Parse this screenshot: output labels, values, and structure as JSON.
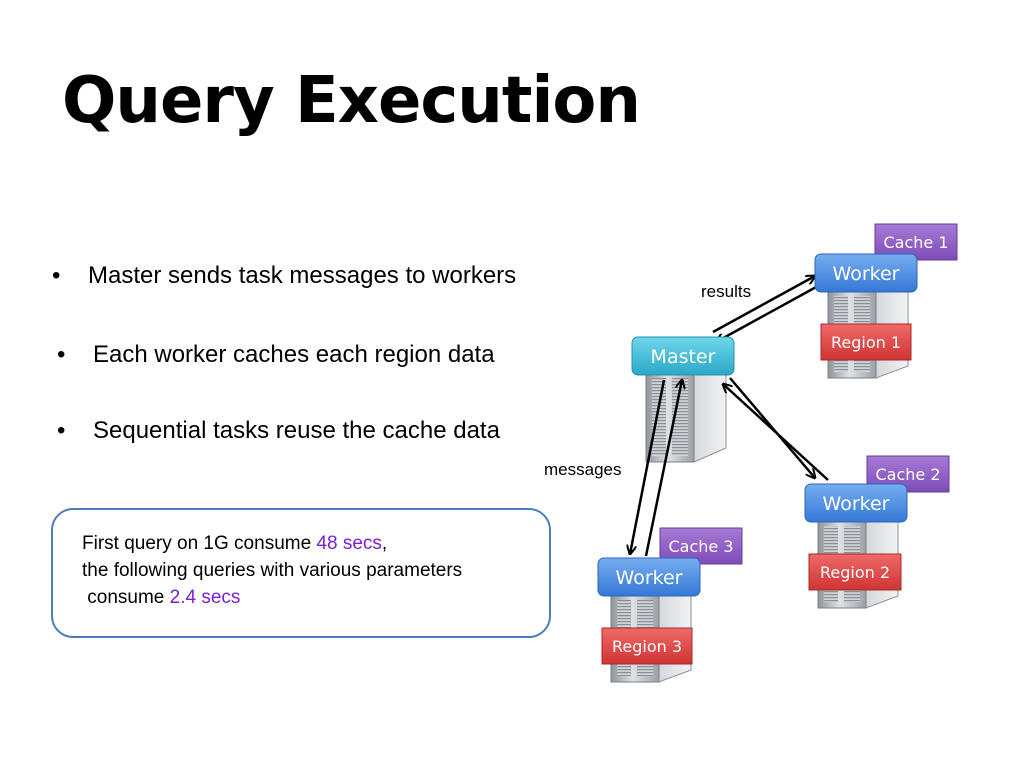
{
  "slide": {
    "title": "Query Execution",
    "bullets": [
      {
        "marker": "•",
        "text": "Master sends task messages to workers"
      },
      {
        "marker": "•",
        "text": "Each worker caches each region data"
      },
      {
        "marker": "•",
        "text": "Sequential tasks reuse the cache data"
      }
    ],
    "note": {
      "line1_prefix": "First query on 1G consume ",
      "line1_highlight": "48 secs",
      "line1_suffix": ",",
      "line2": "the following queries with various parameters",
      "line3_prefix": " consume ",
      "line3_highlight": "2.4 secs"
    }
  },
  "diagram": {
    "master_label": "Master",
    "arrow_labels": {
      "results": "results",
      "messages": "messages"
    },
    "workers": [
      {
        "label": "Worker",
        "cache": "Cache 1",
        "region": "Region 1"
      },
      {
        "label": "Worker",
        "cache": "Cache 2",
        "region": "Region 2"
      },
      {
        "label": "Worker",
        "cache": "Cache 3",
        "region": "Region 3"
      }
    ]
  },
  "colors": {
    "master_box": "#3cbcd6",
    "worker_box": "#4a8fe0",
    "cache_tag": "#8e5ac4",
    "region_tag": "#d9403f",
    "note_border": "#4a7ebb",
    "highlight_text": "#7b1fd6"
  }
}
